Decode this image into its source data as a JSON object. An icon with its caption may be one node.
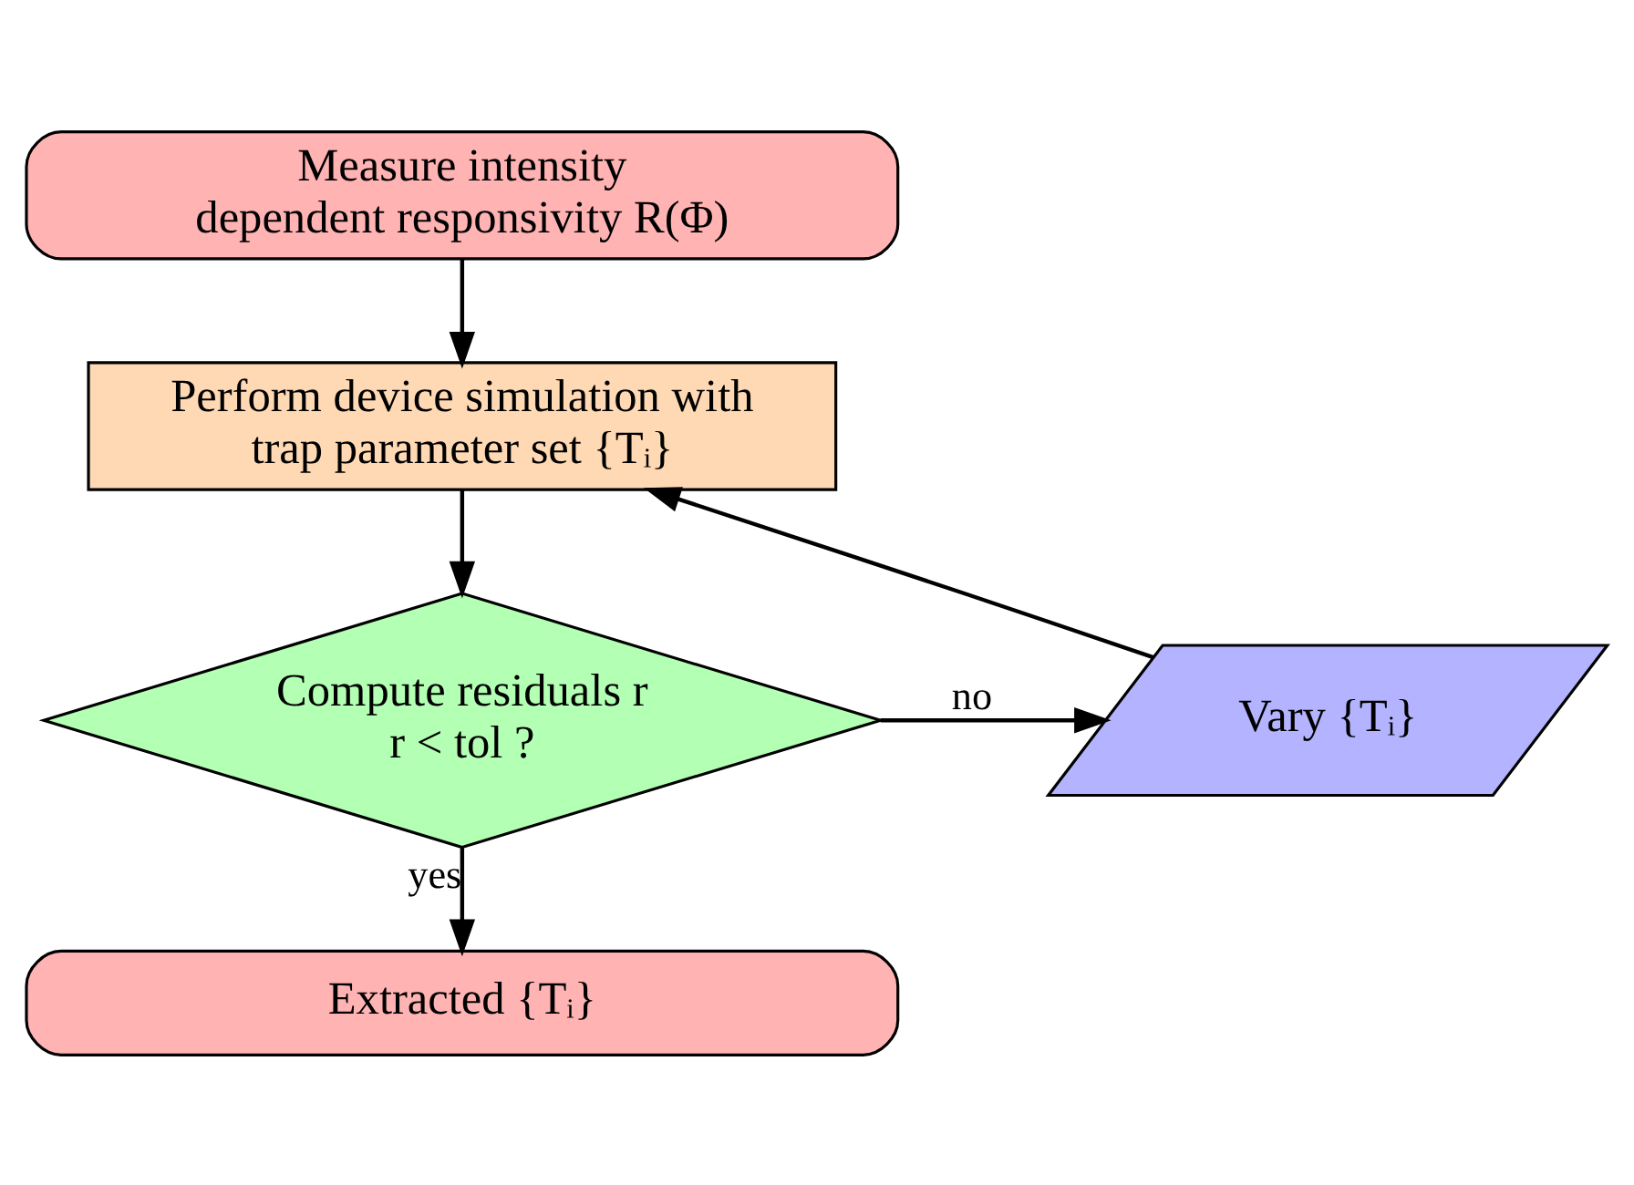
{
  "diagram": {
    "nodes": [
      {
        "text": [
          "Measure intensity dependent responsivity R(Φ)"
        ]
      },
      {
        "text": [
          "Perform device simulation with trap parameter set {Tᵢ}"
        ]
      },
      {
        "text": [
          "Compute residuals r",
          "r < tol ?"
        ]
      },
      {
        "text": [
          "Vary {Tᵢ}"
        ]
      },
      {
        "text": [
          "Extracted {Tᵢ}"
        ]
      }
    ],
    "edges": [
      {
        "from": 0,
        "to": 1,
        "arrow": "to"
      },
      {
        "from": 1,
        "to": 2,
        "arrow": "to"
      },
      {
        "from": 2,
        "to": 3,
        "arrow": "to",
        "label": "no"
      },
      {
        "from": 3,
        "to": 1,
        "arrow": "to"
      },
      {
        "from": 2,
        "to": 4,
        "arrow": "to",
        "label": "yes"
      }
    ]
  }
}
